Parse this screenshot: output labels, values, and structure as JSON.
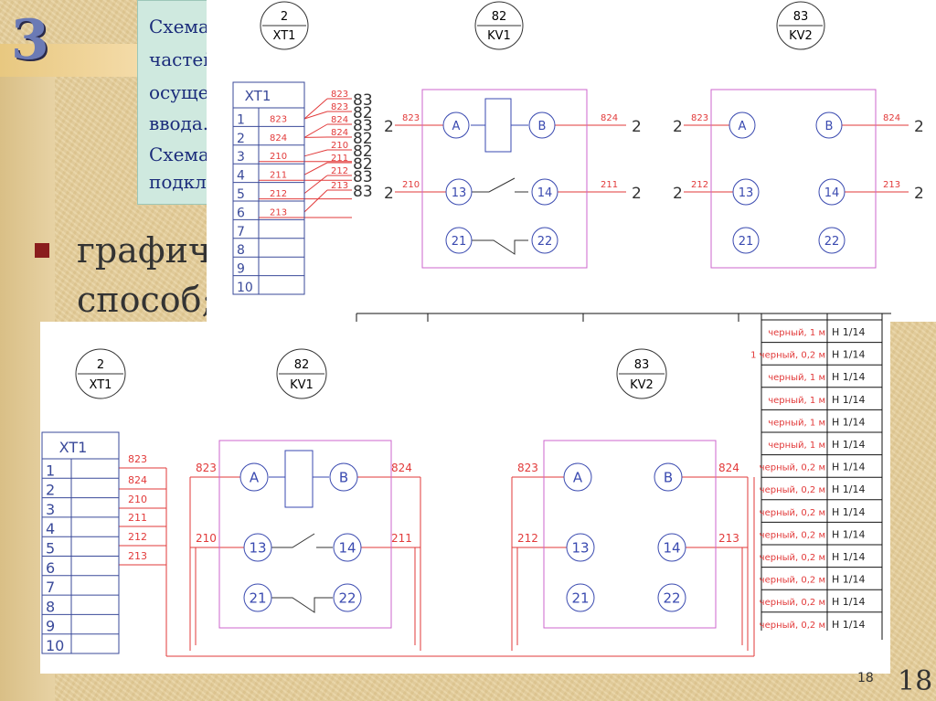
{
  "slide": {
    "number_big": "3",
    "page_small": "18",
    "page_big": "18"
  },
  "callout": {
    "lines": [
      "Схема",
      "частей",
      "осуще",
      "ввода.",
      "Схема",
      "подкл"
    ]
  },
  "bullet": {
    "line1": "графиче",
    "line2": "способ;"
  },
  "symbols": {
    "xt1": {
      "num": "2",
      "name": "XT1"
    },
    "kv1": {
      "num": "82",
      "name": "KV1"
    },
    "kv2": {
      "num": "83",
      "name": "KV2"
    }
  },
  "terminal_block": {
    "title": "XT1",
    "rows": [
      "1",
      "2",
      "3",
      "4",
      "5",
      "6",
      "7",
      "8",
      "9",
      "10"
    ]
  },
  "top_strip": {
    "row_wires": [
      "823",
      "824",
      "210",
      "211",
      "212",
      "213"
    ],
    "dest_wires": [
      "823",
      "823",
      "824",
      "824",
      "210",
      "211",
      "212",
      "213"
    ],
    "dest_nums": [
      "83",
      "82",
      "83",
      "82",
      "82",
      "82",
      "83",
      "83"
    ]
  },
  "relay": {
    "a": "A",
    "b": "B",
    "c13": "13",
    "c14": "14",
    "c21": "21",
    "c22": "22"
  },
  "top_kv1": {
    "left1": "823",
    "right1": "824",
    "left2": "210",
    "right2": "211",
    "pin": "2"
  },
  "top_kv2": {
    "left1": "823",
    "right1": "824",
    "left2": "212",
    "right2": "213",
    "pin": "2"
  },
  "bot_wires": [
    "823",
    "824",
    "210",
    "211",
    "212",
    "213"
  ],
  "bot_kv1": {
    "left1": "823",
    "right1": "824",
    "left2": "210",
    "right2": "211"
  },
  "bot_kv2": {
    "left1": "823",
    "right1": "824",
    "left2": "212",
    "right2": "213"
  },
  "cable_table": {
    "rows": [
      {
        "desc": "черный, 1 м",
        "type": "Н 1/14"
      },
      {
        "desc": "1 черный, 0,2 м",
        "type": "Н 1/14"
      },
      {
        "desc": "черный, 1 м",
        "type": "Н 1/14"
      },
      {
        "desc": "черный, 1 м",
        "type": "Н 1/14"
      },
      {
        "desc": "черный, 1 м",
        "type": "Н 1/14"
      },
      {
        "desc": "черный, 1 м",
        "type": "Н 1/14"
      },
      {
        "desc": "черный, 0,2 м",
        "type": "Н 1/14"
      },
      {
        "desc": "черный, 0,2 м",
        "type": "Н 1/14"
      },
      {
        "desc": "черный, 0,2 м",
        "type": "Н 1/14"
      },
      {
        "desc": "черный, 0,2 м",
        "type": "Н 1/14"
      },
      {
        "desc": "черный, 0,2 м",
        "type": "Н 1/14"
      },
      {
        "desc": "черный, 0,2 м",
        "type": "Н 1/14"
      },
      {
        "desc": "черный, 0,2 м",
        "type": "Н 1/14"
      },
      {
        "desc": "черный, 0,2 м",
        "type": "Н 1/14"
      }
    ]
  }
}
